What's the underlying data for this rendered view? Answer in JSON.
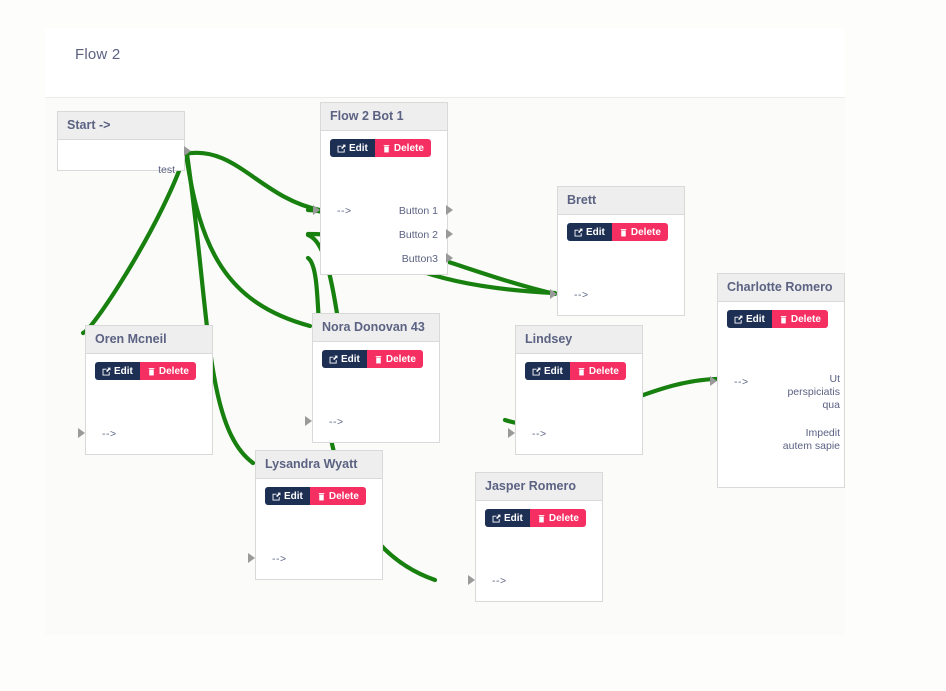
{
  "header": {
    "title": "Flow 2"
  },
  "node_actions": {
    "edit_label": "Edit",
    "delete_label": "Delete",
    "edit_icon": "pencil-square-icon",
    "delete_icon": "trash-icon"
  },
  "colors": {
    "edit_button": "#1e2f54",
    "delete_button": "#f52f62",
    "edge": "#17800f",
    "node_header": "#eeeeee",
    "node_border": "#d9d9d9",
    "title_text": "#5b6282",
    "canvas_background": "#fbfbf9",
    "page_background": "#fdfdfb",
    "port_marker": "#9a9a9a"
  },
  "nodes": [
    {
      "id": "start",
      "title": "Start ->",
      "has_actions": false,
      "inputs": [],
      "outputs": [
        "test"
      ]
    },
    {
      "id": "flow2bot1",
      "title": "Flow 2 Bot 1",
      "has_actions": true,
      "inputs": [
        "-->"
      ],
      "outputs": [
        "Button 1",
        "Button 2",
        "Button3"
      ]
    },
    {
      "id": "oren",
      "title": "Oren Mcneil",
      "has_actions": true,
      "inputs": [
        "-->"
      ],
      "outputs": []
    },
    {
      "id": "nora",
      "title": "Nora Donovan 43",
      "has_actions": true,
      "inputs": [
        "-->"
      ],
      "outputs": []
    },
    {
      "id": "lysandra",
      "title": "Lysandra Wyatt",
      "has_actions": true,
      "inputs": [
        "-->"
      ],
      "outputs": []
    },
    {
      "id": "brett",
      "title": "Brett",
      "has_actions": true,
      "inputs": [
        "-->"
      ],
      "outputs": []
    },
    {
      "id": "lindsey",
      "title": "Lindsey",
      "has_actions": true,
      "inputs": [
        "-->"
      ],
      "outputs": []
    },
    {
      "id": "jasper",
      "title": "Jasper Romero",
      "has_actions": true,
      "inputs": [
        "-->"
      ],
      "outputs": []
    },
    {
      "id": "charlotte",
      "title": "Charlotte Romero",
      "has_actions": true,
      "inputs": [
        "-->"
      ],
      "outputs": [
        "Ut perspiciatis qua",
        "Impedit autem sapie"
      ]
    }
  ],
  "edges": [
    {
      "from": "start.test",
      "to": "flow2bot1.in"
    },
    {
      "from": "start.test",
      "to": "oren.in"
    },
    {
      "from": "start.test",
      "to": "nora.in"
    },
    {
      "from": "start.test",
      "to": "lysandra.in"
    },
    {
      "from": "flow2bot1.Button 1",
      "to": "brett.in"
    },
    {
      "from": "flow2bot1.Button 2",
      "to": "brett.in"
    },
    {
      "from": "flow2bot1.Button 2",
      "to": "lindsey.in"
    },
    {
      "from": "flow2bot1.Button3",
      "to": "jasper.in"
    },
    {
      "from": "lindsey.out",
      "to": "charlotte.in"
    }
  ]
}
